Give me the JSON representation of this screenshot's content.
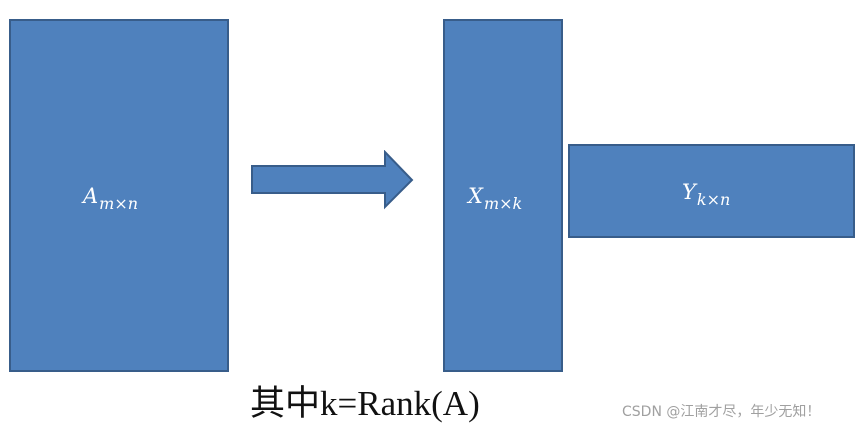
{
  "diagram": {
    "blocks": [
      {
        "id": "A",
        "base": "A",
        "subscript": "m×n"
      },
      {
        "id": "X",
        "base": "X",
        "subscript": "m×k"
      },
      {
        "id": "Y",
        "base": "Y",
        "subscript": "k×n"
      }
    ],
    "caption_cjk": "其中",
    "caption_latin": "k=Rank(A)"
  },
  "watermark": "CSDN @江南才尽，年少无知！",
  "colors": {
    "block_fill": "#4f81bd",
    "block_border": "#385d8a",
    "label_text": "#ffffff"
  }
}
